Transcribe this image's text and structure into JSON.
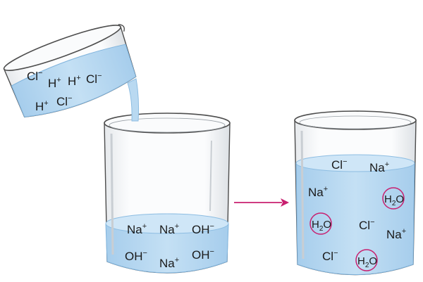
{
  "colors": {
    "liquid": "#b9d9f1",
    "liquid_dark": "#9cc6e8",
    "glass": "#f3f5f7",
    "glass_stroke": "#4d4d4d",
    "arrow": "#c8206f",
    "water_ring": "#c8206f"
  },
  "left_beaker": {
    "ions": [
      {
        "base": "Cl",
        "sup": "−"
      },
      {
        "base": "H",
        "sup": "+"
      },
      {
        "base": "H",
        "sup": "+"
      },
      {
        "base": "Cl",
        "sup": "−"
      },
      {
        "base": "H",
        "sup": "+"
      },
      {
        "base": "Cl",
        "sup": "−"
      }
    ]
  },
  "middle_beaker": {
    "ions": [
      {
        "base": "Na",
        "sup": "+"
      },
      {
        "base": "Na",
        "sup": "+"
      },
      {
        "base": "OH",
        "sup": "−"
      },
      {
        "base": "OH",
        "sup": "−"
      },
      {
        "base": "Na",
        "sup": "+"
      },
      {
        "base": "OH",
        "sup": "−"
      }
    ]
  },
  "right_beaker": {
    "ions": [
      {
        "base": "Cl",
        "sup": "−"
      },
      {
        "base": "Na",
        "sup": "+"
      },
      {
        "base": "Na",
        "sup": "+"
      },
      {
        "base": "Cl",
        "sup": "−"
      },
      {
        "base": "Na",
        "sup": "+"
      },
      {
        "base": "Cl",
        "sup": "−"
      }
    ],
    "water": [
      {
        "h": "H",
        "sub": "2",
        "o": "O"
      },
      {
        "h": "H",
        "sub": "2",
        "o": "O"
      },
      {
        "h": "H",
        "sub": "2",
        "o": "O"
      }
    ]
  },
  "arrow_icon": "right-arrow"
}
